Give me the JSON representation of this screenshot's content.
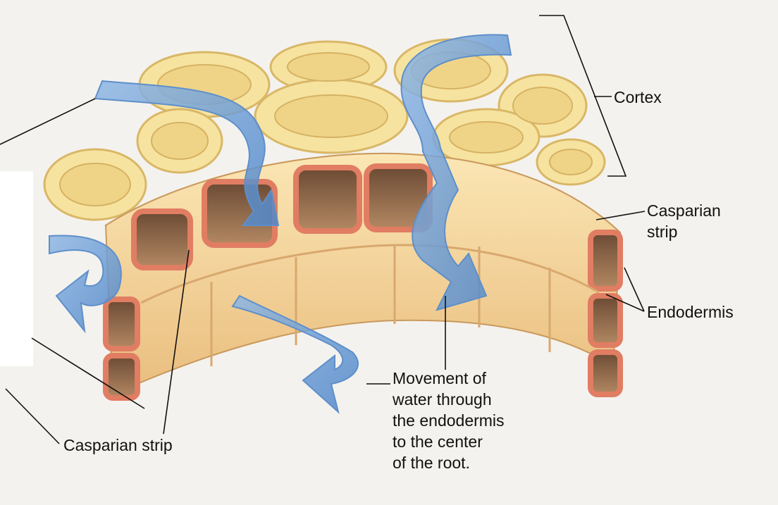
{
  "labels": {
    "cortex": "Cortex",
    "casparian_right_1": "Casparian",
    "casparian_right_2": "strip",
    "endodermis": "Endodermis",
    "movement": [
      "Movement of",
      "water through",
      "the endodermis",
      "to the center",
      "of the root."
    ],
    "casparian_left": "Casparian strip"
  },
  "colors": {
    "background": "#f4f2ee",
    "cortex_cell": "#f6e3a0",
    "cortex_cell_inner": "#e7c979",
    "endodermis_cell": "#f2d19a",
    "casparian_strip": "#e07d62",
    "water_arrow": "#6f9fd6",
    "leader_line": "#111111"
  }
}
